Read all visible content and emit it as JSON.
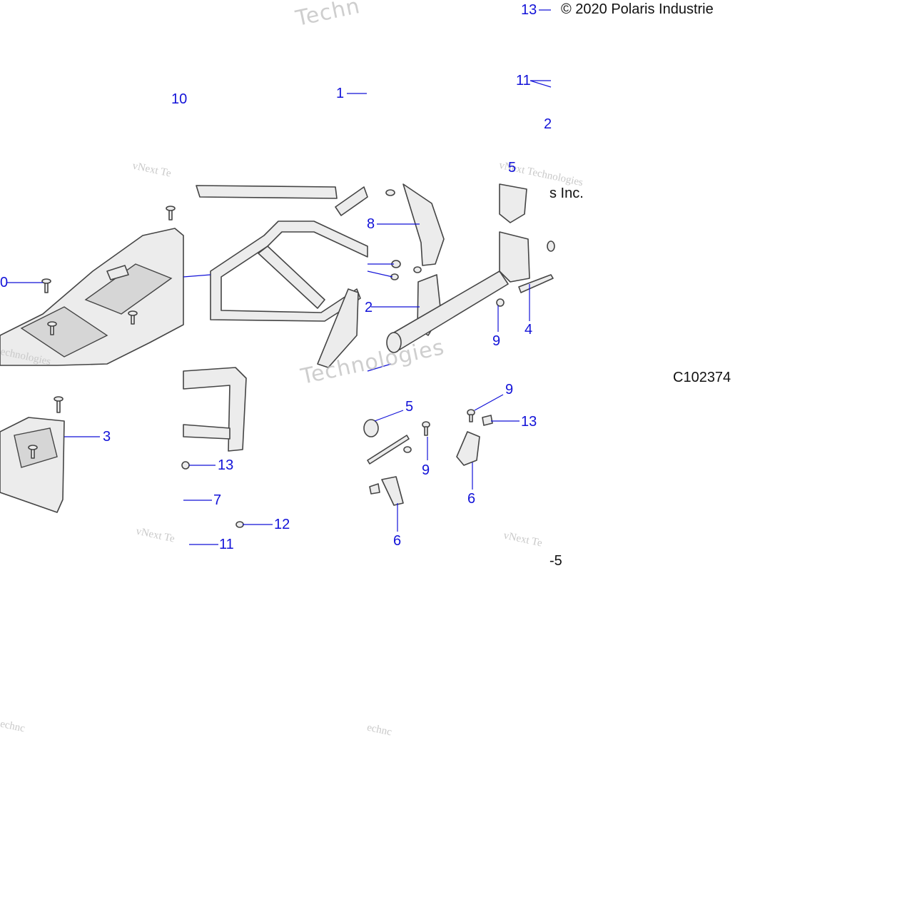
{
  "copyright": "© 2020 Polaris Industrie",
  "copyright_fragment": "s Inc.",
  "diagram_code": "C102374",
  "watermarks": {
    "vnext": "vNext Technologies",
    "vnext_short": "vNext Te",
    "technologies": "Technologies",
    "techn": "Techn",
    "echnologies": "echnologies",
    "echnc": "echnc"
  },
  "callouts": [
    {
      "id": "c13a",
      "label": "13"
    },
    {
      "id": "c11a",
      "label": "11"
    },
    {
      "id": "c2a",
      "label": "2"
    },
    {
      "id": "c5a",
      "label": "5"
    },
    {
      "id": "c10a",
      "label": "10"
    },
    {
      "id": "c1",
      "label": "1"
    },
    {
      "id": "c10b",
      "label": "0"
    },
    {
      "id": "c8",
      "label": "8"
    },
    {
      "id": "c2b",
      "label": "2"
    },
    {
      "id": "c9a",
      "label": "9"
    },
    {
      "id": "c4",
      "label": "4"
    },
    {
      "id": "c3",
      "label": "3"
    },
    {
      "id": "c13b",
      "label": "13"
    },
    {
      "id": "c7",
      "label": "7"
    },
    {
      "id": "c12",
      "label": "12"
    },
    {
      "id": "c11b",
      "label": "11"
    },
    {
      "id": "c5b",
      "label": "5"
    },
    {
      "id": "c9b",
      "label": "9"
    },
    {
      "id": "c9c",
      "label": "9"
    },
    {
      "id": "c13c",
      "label": "13"
    },
    {
      "id": "c6a",
      "label": "6"
    },
    {
      "id": "c6b",
      "label": "6"
    },
    {
      "id": "c5c",
      "label": "-5"
    }
  ]
}
